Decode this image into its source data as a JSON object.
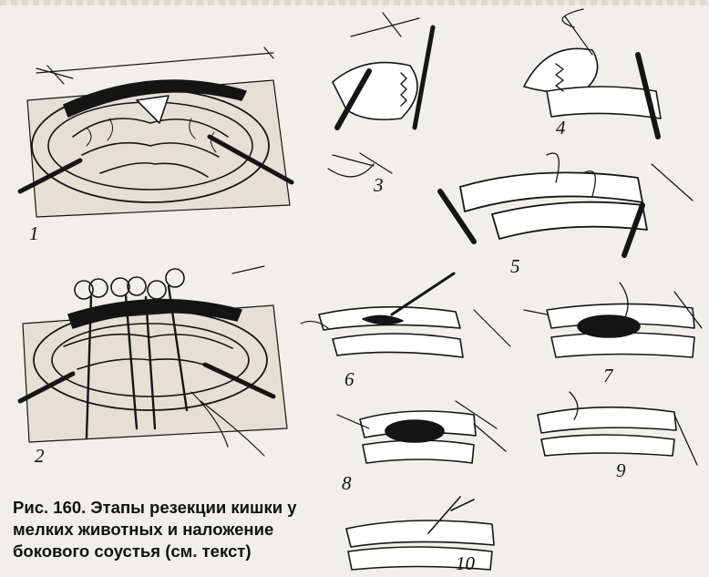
{
  "figure": {
    "caption": "Рис. 160. Этапы резекции кишки у мелких животных и наложение бокового соустья (см. текст)",
    "panel_labels": [
      "1",
      "2",
      "3",
      "4",
      "5",
      "6",
      "7",
      "8",
      "9",
      "10"
    ]
  }
}
